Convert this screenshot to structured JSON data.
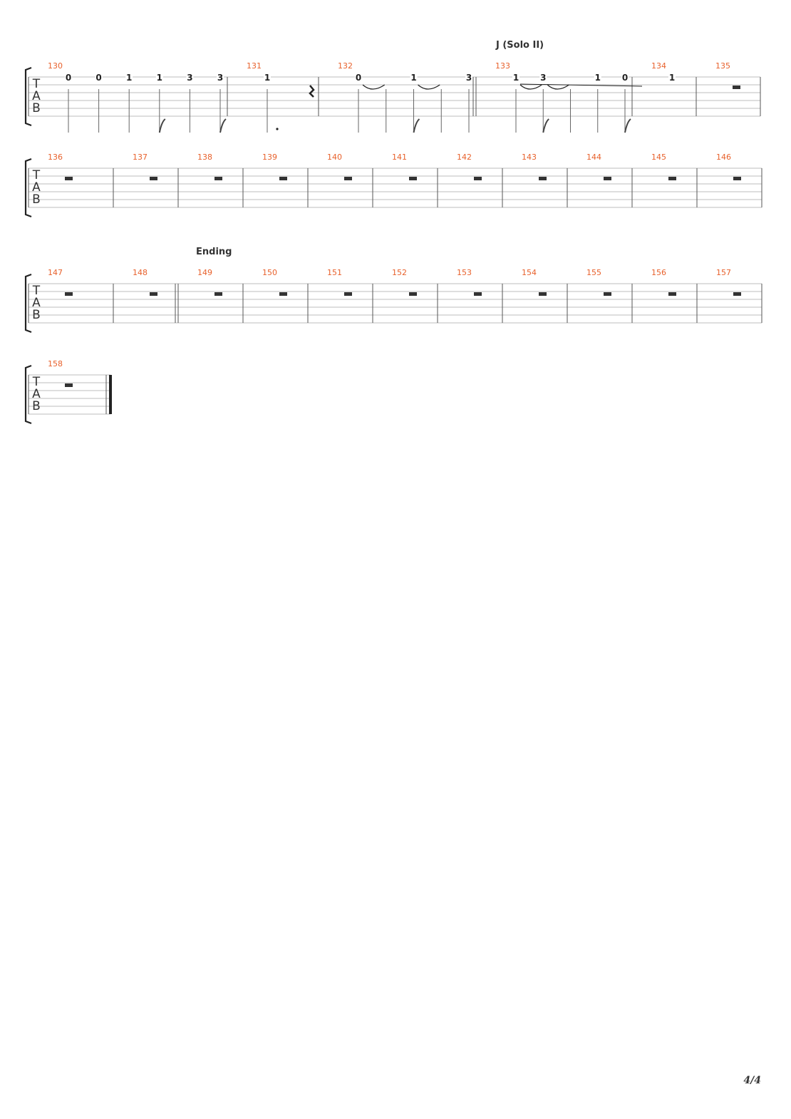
{
  "page": {
    "number_label": "4/4"
  },
  "colors": {
    "measure_number": "#e8612c",
    "staff_line": "#bdbdbd",
    "barline": "#555555",
    "note": "#222222"
  },
  "tab_clef": [
    "T",
    "A",
    "B"
  ],
  "systems": [
    {
      "measures": [
        {
          "number": "130",
          "events": [
            {
              "fret": "0",
              "string": 1,
              "stem": "plain"
            },
            {
              "fret": "0",
              "string": 1,
              "stem": "plain"
            },
            {
              "fret": "1",
              "string": 1,
              "stem": "plain"
            },
            {
              "fret": "1",
              "string": 1,
              "stem": "flag"
            },
            {
              "fret": "3",
              "string": 1,
              "stem": "plain"
            },
            {
              "fret": "3",
              "string": 1,
              "stem": "flag"
            }
          ]
        },
        {
          "number": "131",
          "events": [
            {
              "fret": "1",
              "string": 1,
              "stem": "dotted"
            },
            {
              "rest": "quarter"
            }
          ]
        },
        {
          "number": "132",
          "events": [
            {
              "fret": "0",
              "string": 1,
              "stem": "plain",
              "slur_to_next": true
            },
            {
              "fret": "",
              "stem": "plain"
            },
            {
              "fret": "1",
              "string": 1,
              "stem": "flag",
              "slur_to_next": true
            },
            {
              "fret": "",
              "stem": "plain"
            },
            {
              "fret": "3",
              "string": 1,
              "stem": "plain"
            }
          ],
          "end_bar": "double"
        },
        {
          "number": "133",
          "section": "J (Solo II)",
          "events": [
            {
              "fret": "1",
              "string": 1,
              "stem": "plain",
              "slur_to_next": true
            },
            {
              "fret": "3",
              "string": 1,
              "stem": "flag",
              "slur_to_next": true
            },
            {
              "fret": "",
              "stem": "plain"
            },
            {
              "fret": "1",
              "string": 1,
              "stem": "plain"
            },
            {
              "fret": "0",
              "string": 1,
              "stem": "flag",
              "slur_to_next": true
            }
          ],
          "slide": true
        },
        {
          "number": "134",
          "events": [
            {
              "fret": "1",
              "string": 1,
              "stem": "none"
            }
          ]
        },
        {
          "number": "135",
          "events": [
            {
              "rest": "whole"
            }
          ]
        }
      ]
    },
    {
      "measures": [
        {
          "number": "136",
          "events": [
            {
              "rest": "whole"
            }
          ]
        },
        {
          "number": "137",
          "events": [
            {
              "rest": "whole"
            }
          ]
        },
        {
          "number": "138",
          "events": [
            {
              "rest": "whole"
            }
          ]
        },
        {
          "number": "139",
          "events": [
            {
              "rest": "whole"
            }
          ]
        },
        {
          "number": "140",
          "events": [
            {
              "rest": "whole"
            }
          ]
        },
        {
          "number": "141",
          "events": [
            {
              "rest": "whole"
            }
          ]
        },
        {
          "number": "142",
          "events": [
            {
              "rest": "whole"
            }
          ]
        },
        {
          "number": "143",
          "events": [
            {
              "rest": "whole"
            }
          ]
        },
        {
          "number": "144",
          "events": [
            {
              "rest": "whole"
            }
          ]
        },
        {
          "number": "145",
          "events": [
            {
              "rest": "whole"
            }
          ]
        },
        {
          "number": "146",
          "events": [
            {
              "rest": "whole"
            }
          ]
        }
      ]
    },
    {
      "measures": [
        {
          "number": "147",
          "events": [
            {
              "rest": "whole"
            }
          ]
        },
        {
          "number": "148",
          "events": [
            {
              "rest": "whole"
            }
          ],
          "end_bar": "double"
        },
        {
          "number": "149",
          "section": "Ending",
          "events": [
            {
              "rest": "whole"
            }
          ]
        },
        {
          "number": "150",
          "events": [
            {
              "rest": "whole"
            }
          ]
        },
        {
          "number": "151",
          "events": [
            {
              "rest": "whole"
            }
          ]
        },
        {
          "number": "152",
          "events": [
            {
              "rest": "whole"
            }
          ]
        },
        {
          "number": "153",
          "events": [
            {
              "rest": "whole"
            }
          ]
        },
        {
          "number": "154",
          "events": [
            {
              "rest": "whole"
            }
          ]
        },
        {
          "number": "155",
          "events": [
            {
              "rest": "whole"
            }
          ]
        },
        {
          "number": "156",
          "events": [
            {
              "rest": "whole"
            }
          ]
        },
        {
          "number": "157",
          "events": [
            {
              "rest": "whole"
            }
          ]
        }
      ]
    },
    {
      "measures": [
        {
          "number": "158",
          "events": [
            {
              "rest": "whole"
            }
          ],
          "end_bar": "final"
        }
      ]
    }
  ]
}
